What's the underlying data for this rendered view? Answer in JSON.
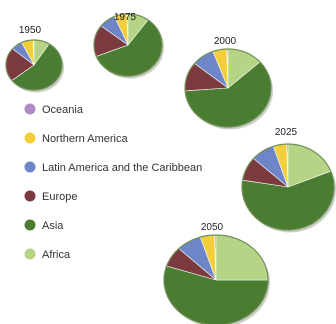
{
  "chart_data": {
    "type": "pie",
    "categories": [
      "Oceania",
      "Northern America",
      "Latin America and the Caribbean",
      "Europe",
      "Asia",
      "Africa"
    ],
    "colors": {
      "Oceania": "#b08ac4",
      "Northern America": "#f2cf3a",
      "Latin America and the Caribbean": "#6e86c8",
      "Europe": "#7b3a3e",
      "Asia": "#4a7c32",
      "Africa": "#b5d486"
    },
    "legend_position": "left",
    "pies": [
      {
        "year": "1950",
        "values": {
          "Oceania": 0.5,
          "Northern America": 6.8,
          "Latin America and the Caribbean": 6.6,
          "Europe": 21.7,
          "Asia": 55.4,
          "Africa": 9.0
        }
      },
      {
        "year": "1975",
        "values": {
          "Oceania": 0.5,
          "Northern America": 6.0,
          "Latin America and the Caribbean": 8.0,
          "Europe": 16.5,
          "Asia": 59.0,
          "Africa": 10.0
        }
      },
      {
        "year": "2000",
        "values": {
          "Oceania": 0.5,
          "Northern America": 5.2,
          "Latin America and the Caribbean": 8.5,
          "Europe": 12.0,
          "Asia": 60.5,
          "Africa": 13.3
        }
      },
      {
        "year": "2025",
        "values": {
          "Oceania": 0.5,
          "Northern America": 4.7,
          "Latin America and the Caribbean": 8.3,
          "Europe": 9.0,
          "Asia": 58.5,
          "Africa": 19.0
        }
      },
      {
        "year": "2050",
        "values": {
          "Oceania": 0.5,
          "Northern America": 4.4,
          "Latin America and the Caribbean": 7.8,
          "Europe": 7.3,
          "Asia": 55.0,
          "Africa": 25.0
        }
      }
    ]
  }
}
